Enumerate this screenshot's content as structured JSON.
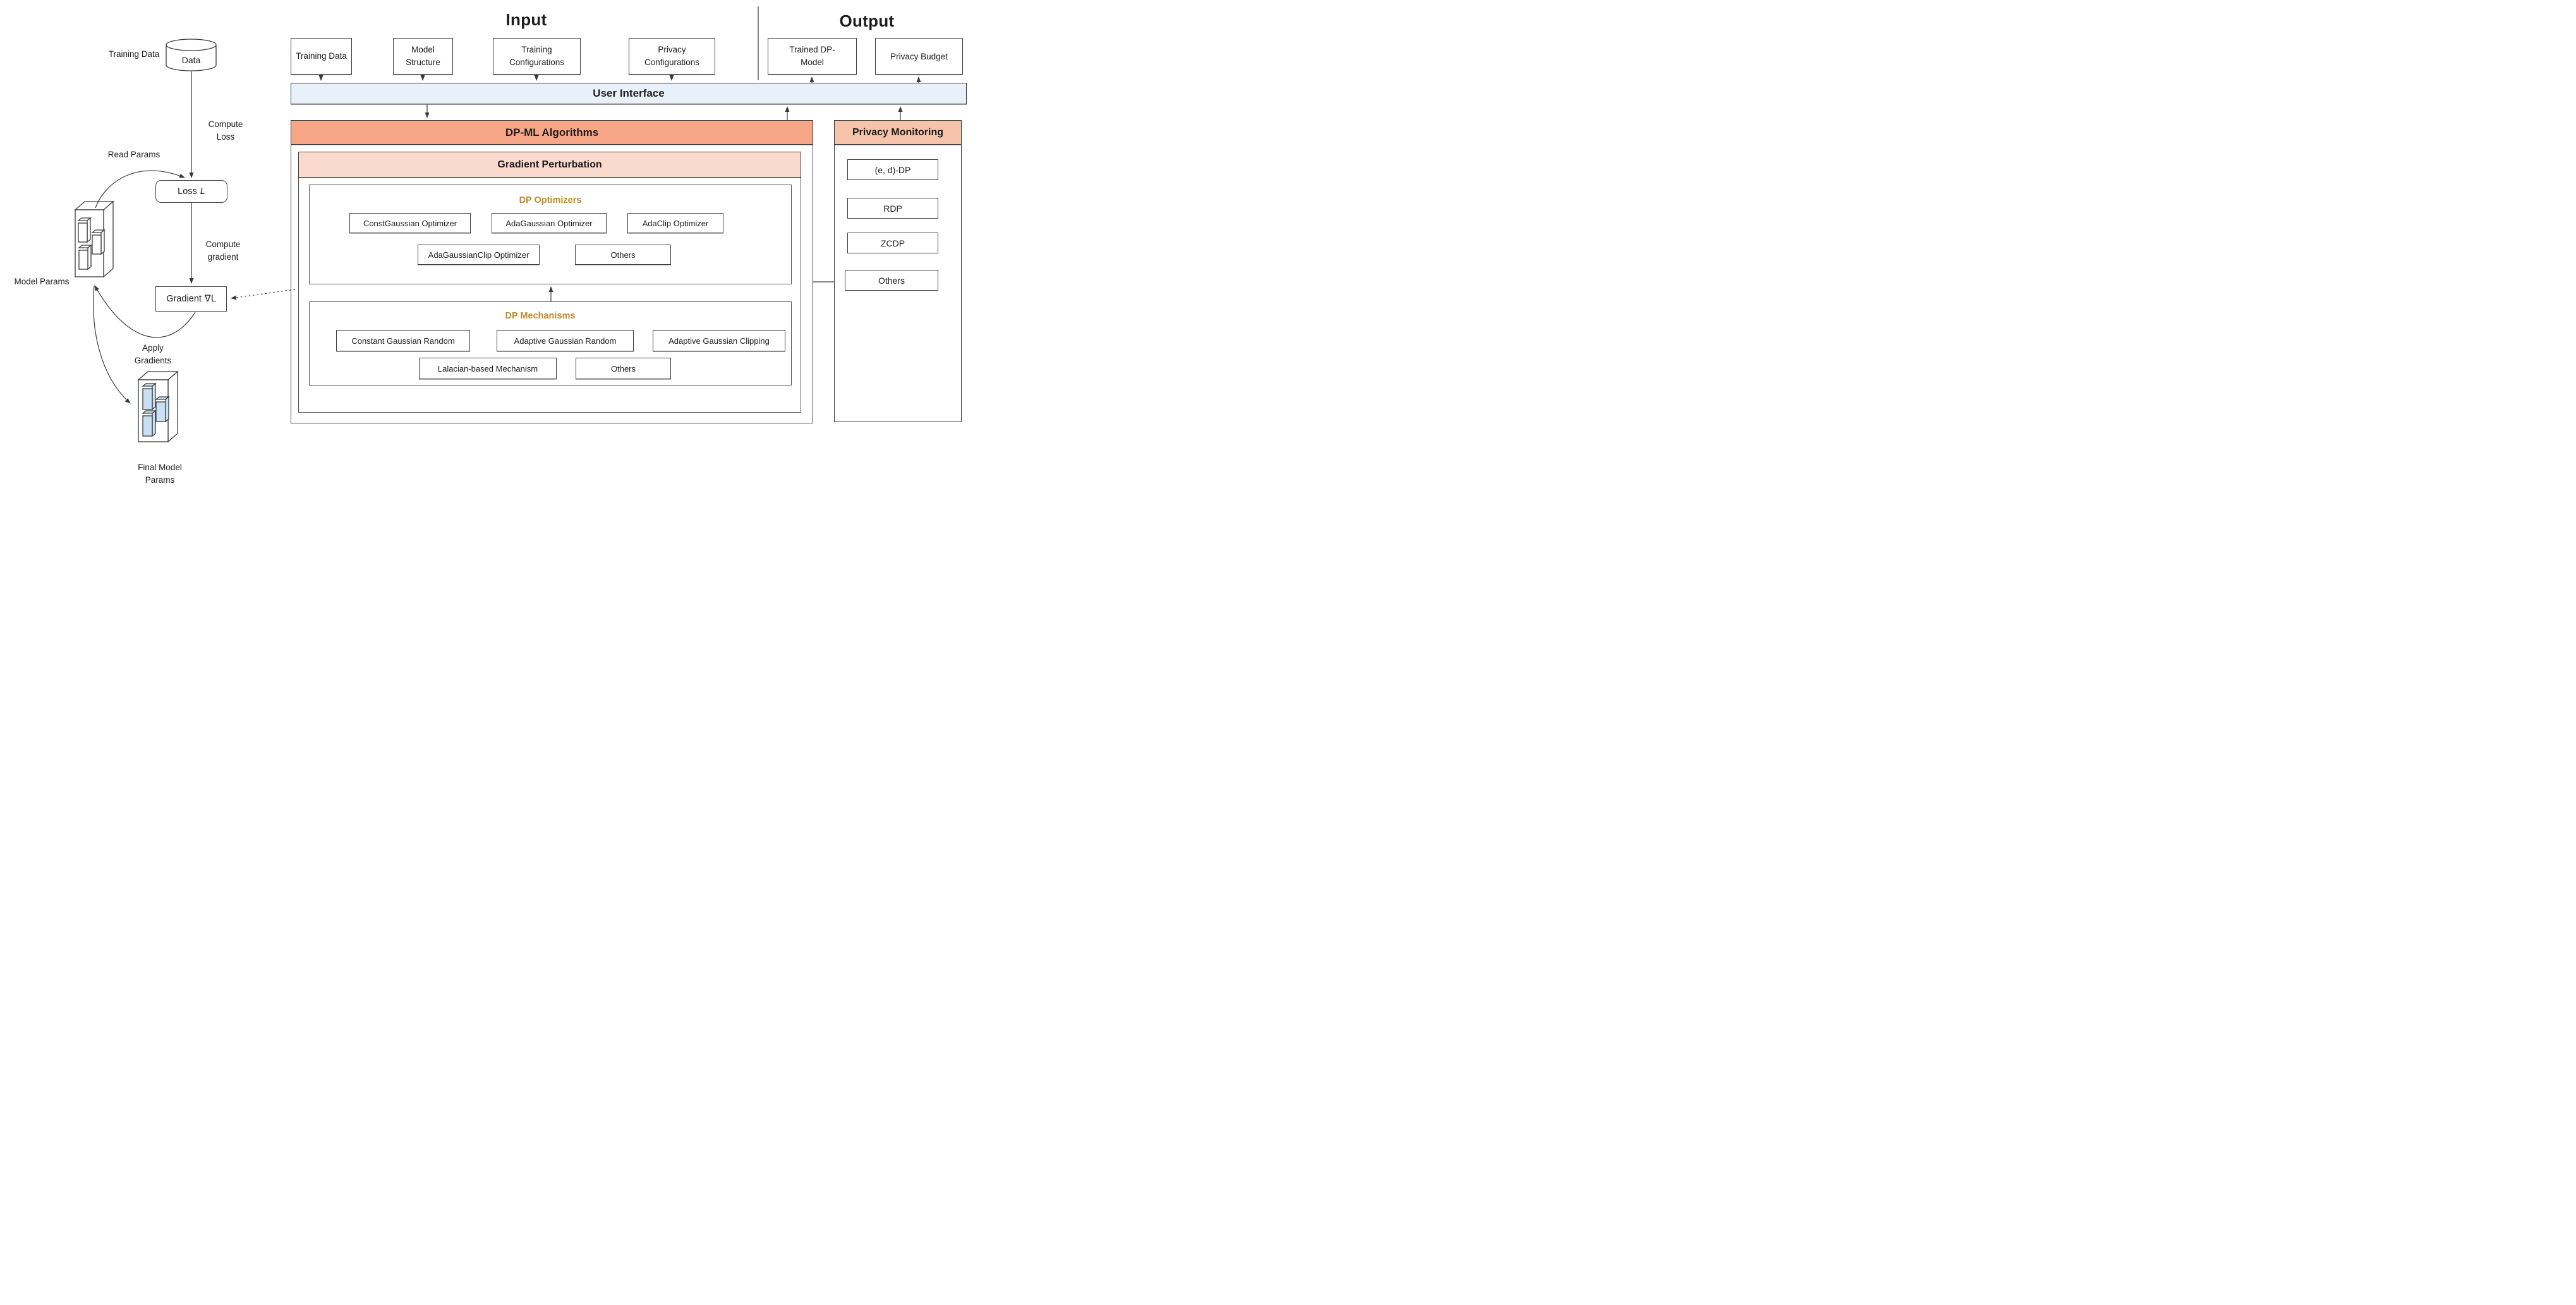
{
  "left_flow": {
    "training_data_label": "Training Data",
    "data_store_label": "Data",
    "compute_loss_label": "Compute Loss",
    "read_params_label": "Read Params",
    "loss_box": {
      "prefix": "Loss",
      "symbol": "L"
    },
    "compute_gradient_label": "Compute gradient",
    "gradient_box": {
      "prefix": "Gradient",
      "symbol": "∇L"
    },
    "model_params_label": "Model Params",
    "apply_gradients_label": "Apply Gradients",
    "final_model_params_label": "Final Model Params"
  },
  "io": {
    "input_title": "Input",
    "output_title": "Output",
    "input_boxes": [
      "Training Data",
      "Model Structure",
      "Training Configurations",
      "Privacy Configurations"
    ],
    "output_boxes": [
      "Trained DP-Model",
      "Privacy Budget"
    ],
    "user_interface_label": "User Interface"
  },
  "dpml": {
    "title": "DP-ML Algorithms",
    "gradient_perturbation_title": "Gradient Perturbation",
    "dp_optimizers": {
      "title": "DP Optimizers",
      "row1": [
        "ConstGaussian Optimizer",
        "AdaGaussian Optimizer",
        "AdaClip Optimizer"
      ],
      "row2": [
        "AdaGaussianClip Optimizer",
        "Others"
      ]
    },
    "dp_mechanisms": {
      "title": "DP Mechanisms",
      "row1": [
        "Constant Gaussian Random",
        "Adaptive Gaussian Random",
        "Adaptive Gaussian Clipping"
      ],
      "row2": [
        "Lalacian-based Mechanism",
        "Others"
      ]
    }
  },
  "privacy_monitoring": {
    "title": "Privacy Monitoring",
    "boxes": [
      "(e, d)-DP",
      "RDP",
      "ZCDP",
      "Others"
    ]
  },
  "colors": {
    "dpml_header": "#f7a687",
    "gradient_perturbation_header": "#fbdace",
    "privacy_monitoring_header": "#f5c4ab",
    "user_interface_bar": "#e8f1fa",
    "section_title_gold": "#be8a2f",
    "cube_fill_blue": "#c9dff3",
    "line": "#3a3a3a"
  }
}
